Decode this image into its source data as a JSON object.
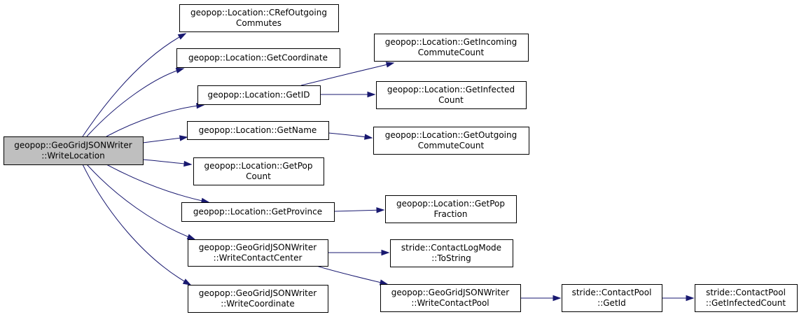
{
  "graph": {
    "colors": {
      "edge": "#191970",
      "root_fill": "#bfbfbf",
      "node_fill": "#ffffff",
      "node_border": "#000000"
    },
    "nodes": [
      {
        "id": "root",
        "lines": [
          "geopop::GeoGridJSONWriter",
          "::WriteLocation"
        ],
        "root": true
      },
      {
        "id": "cref",
        "lines": [
          "geopop::Location::CRefOutgoing",
          "Commutes"
        ]
      },
      {
        "id": "getcoord",
        "lines": [
          "geopop::Location::GetCoordinate"
        ]
      },
      {
        "id": "getid",
        "lines": [
          "geopop::Location::GetID"
        ]
      },
      {
        "id": "getname",
        "lines": [
          "geopop::Location::GetName"
        ]
      },
      {
        "id": "getpop",
        "lines": [
          "geopop::Location::GetPop",
          "Count"
        ]
      },
      {
        "id": "getprov",
        "lines": [
          "geopop::Location::GetProvince"
        ]
      },
      {
        "id": "wcc",
        "lines": [
          "geopop::GeoGridJSONWriter",
          "::WriteContactCenter"
        ]
      },
      {
        "id": "wcoord",
        "lines": [
          "geopop::GeoGridJSONWriter",
          "::WriteCoordinate"
        ]
      },
      {
        "id": "incoming",
        "lines": [
          "geopop::Location::GetIncoming",
          "CommuteCount"
        ]
      },
      {
        "id": "infected",
        "lines": [
          "geopop::Location::GetInfected",
          "Count"
        ]
      },
      {
        "id": "outgoing",
        "lines": [
          "geopop::Location::GetOutgoing",
          "CommuteCount"
        ]
      },
      {
        "id": "popfrac",
        "lines": [
          "geopop::Location::GetPop",
          "Fraction"
        ]
      },
      {
        "id": "tostring",
        "lines": [
          "stride::ContactLogMode",
          "::ToString"
        ]
      },
      {
        "id": "wcp",
        "lines": [
          "geopop::GeoGridJSONWriter",
          "::WriteContactPool"
        ]
      },
      {
        "id": "cpgetid",
        "lines": [
          "stride::ContactPool",
          "::GetId"
        ]
      },
      {
        "id": "cpinfected",
        "lines": [
          "stride::ContactPool",
          "::GetInfectedCount"
        ]
      }
    ],
    "edges": [
      {
        "from": "root",
        "to": "cref"
      },
      {
        "from": "root",
        "to": "getcoord"
      },
      {
        "from": "root",
        "to": "getid"
      },
      {
        "from": "root",
        "to": "getname"
      },
      {
        "from": "root",
        "to": "getpop"
      },
      {
        "from": "root",
        "to": "getprov"
      },
      {
        "from": "root",
        "to": "wcc"
      },
      {
        "from": "root",
        "to": "wcoord"
      },
      {
        "from": "getid",
        "to": "incoming"
      },
      {
        "from": "getid",
        "to": "infected"
      },
      {
        "from": "getname",
        "to": "outgoing"
      },
      {
        "from": "getprov",
        "to": "popfrac"
      },
      {
        "from": "wcc",
        "to": "tostring"
      },
      {
        "from": "wcc",
        "to": "wcp"
      },
      {
        "from": "wcp",
        "to": "cpgetid"
      },
      {
        "from": "cpgetid",
        "to": "cpinfected"
      }
    ]
  }
}
